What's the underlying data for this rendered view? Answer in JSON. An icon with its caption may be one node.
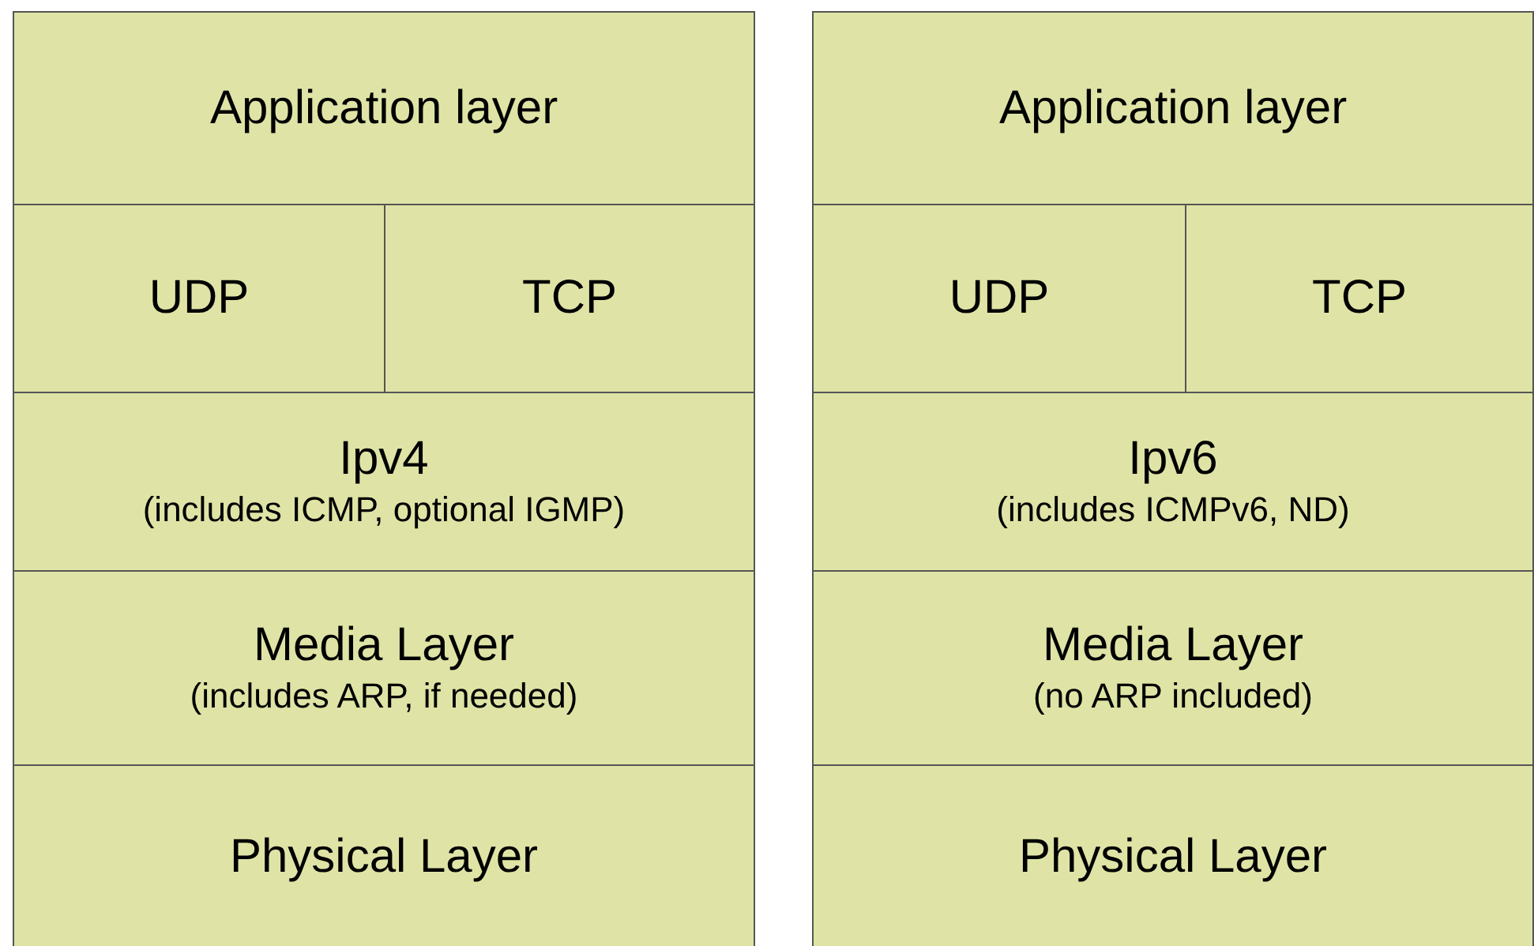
{
  "diagram": {
    "nodes": [
      {
        "text": [
          "Application layer"
        ]
      },
      {
        "text": [
          "UDP"
        ]
      },
      {
        "text": [
          "TCP"
        ]
      },
      {
        "text": [
          "Ipv4",
          "(includes ICMP, optional IGMP)"
        ]
      },
      {
        "text": [
          "Media Layer",
          "(includes ARP, if needed)"
        ]
      },
      {
        "text": [
          "Physical Layer"
        ]
      },
      {
        "text": [
          "Application layer"
        ]
      },
      {
        "text": [
          "UDP"
        ]
      },
      {
        "text": [
          "TCP"
        ]
      },
      {
        "text": [
          "Ipv6",
          "(includes ICMPv6, ND)"
        ]
      },
      {
        "text": [
          "Media Layer",
          "(no ARP included)"
        ]
      },
      {
        "text": [
          "Physical Layer"
        ]
      }
    ]
  }
}
